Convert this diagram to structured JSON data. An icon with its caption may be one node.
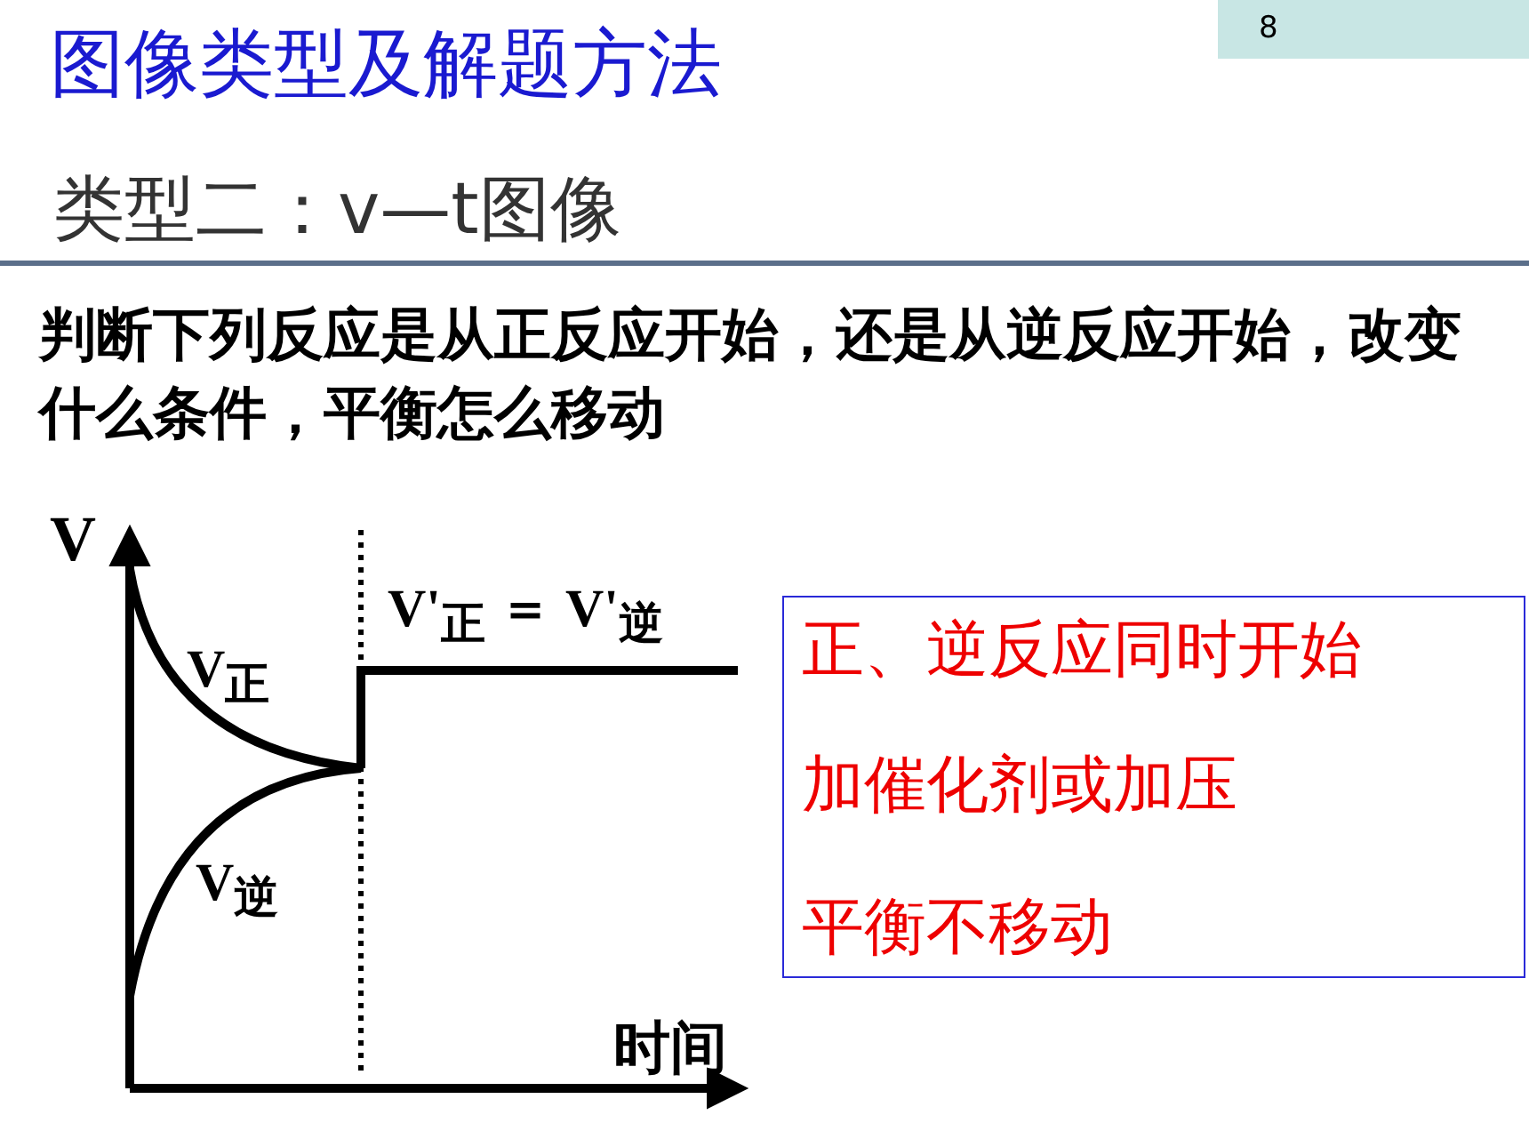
{
  "diagram": {
    "title": "图像类型及解题方法",
    "nodes": [
      {
        "text": [
          "正、逆反应同时开始",
          "加催化剂或加压",
          "平衡不移动"
        ]
      }
    ],
    "labels": [
      "8",
      "类型二：v—t图像",
      "判断下列反应是从正反应开始，还是从逆反应开始，改变什么条件，平衡怎么移动",
      "V",
      "V'$_{正}$ ＝ V'$_{逆}$",
      "V$_{正}$",
      "V$_{逆}$",
      "时间"
    ]
  }
}
